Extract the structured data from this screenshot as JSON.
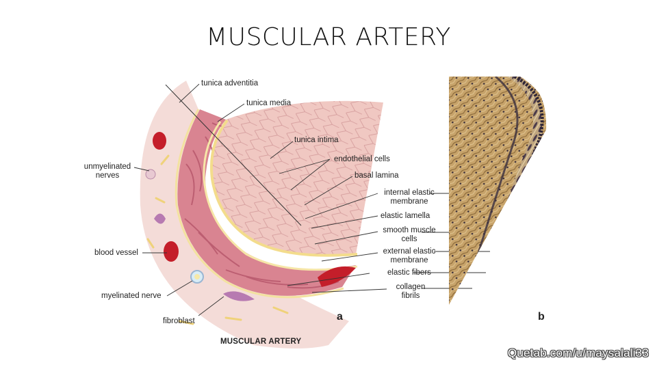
{
  "slide": {
    "title": "MUSCULAR ARTERY"
  },
  "diagram": {
    "caption": "MUSCULAR ARTERY",
    "panel_a": "a",
    "panel_b": "b",
    "labels": {
      "tunica_adventitia": "tunica adventitia",
      "tunica_media": "tunica  media",
      "tunica_intima": "tunica  intima",
      "endothelial_cells": "endothelial cells",
      "basal_lamina": "basal lamina",
      "internal_elastic_membrane": [
        "internal elastic",
        "membrane"
      ],
      "elastic_lamella": "elastic lamella",
      "smooth_muscle_cells": [
        "smooth muscle",
        "cells"
      ],
      "external_elastic_membrane": [
        "external elastic",
        "membrane"
      ],
      "elastic_fibers": "elastic fibers",
      "collagen_fibrils": [
        "collagen",
        "fibrils"
      ],
      "unmyelinated_nerves": [
        "unmyelinated",
        "nerves"
      ],
      "blood_vessel": "blood vessel",
      "myelinated_nerve": "myelinated nerve",
      "fibroblast": "fibroblast"
    }
  },
  "watermark": "Quetab.com/u/maysalali33",
  "colors": {
    "adventitia": "#f3d6d3",
    "media": "#d98a96",
    "intima": "#f2c6c3",
    "elastic": "#f3e2a0",
    "blood": "#c41e2a",
    "stain_bg": "#c8a46a",
    "stain_dark": "#2e2536"
  }
}
